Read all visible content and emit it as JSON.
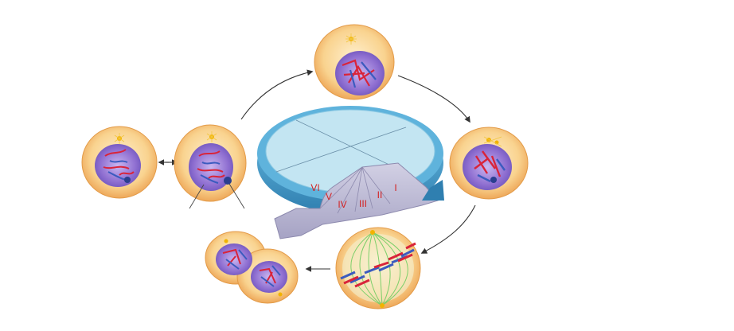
{
  "diagram": {
    "phase_labels": [
      "I",
      "II",
      "III",
      "IV",
      "V",
      "VI"
    ],
    "colors": {
      "cell_fill": "#f7c97c",
      "cell_edge": "#e9a94f",
      "nucleus": "#9b7cd6",
      "chromosome_red": "#d9243a",
      "chromosome_blue": "#3b5bbf",
      "spindle": "#7ccf6a",
      "disc_top": "#bfe3f0",
      "disc_rim": "#4aa3cf",
      "sector": "#b9b7cf",
      "arrow": "#333333",
      "label": "#d42020"
    },
    "icons": [
      "cell-icon",
      "nucleus-icon",
      "chromosome-icon",
      "spindle-icon",
      "centrosome-icon",
      "cycle-arrow-icon"
    ]
  }
}
